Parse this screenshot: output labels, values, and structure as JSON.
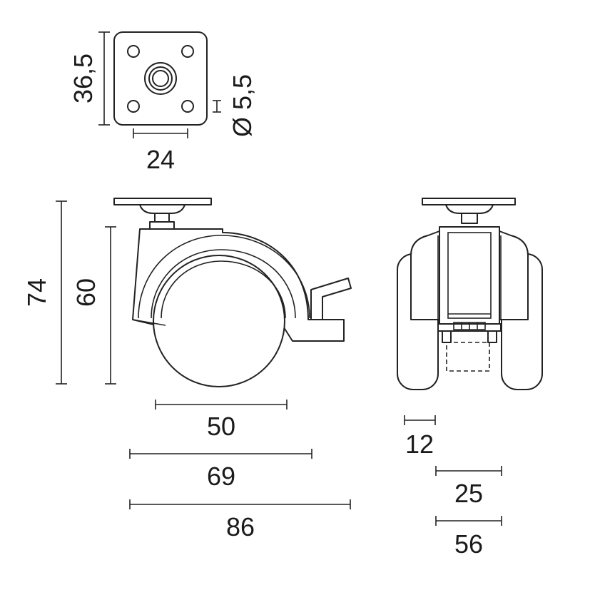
{
  "colors": {
    "line": "#222222",
    "text": "#1a1a1a",
    "background": "#ffffff"
  },
  "top_view": {
    "height_label": "36,5",
    "width_label": "24",
    "hole_label": "Ø 5,5"
  },
  "side_view": {
    "overall_height_label": "74",
    "body_height_label": "60",
    "wheel_diameter_label": "50",
    "body_length_label": "69",
    "overall_length_label": "86"
  },
  "front_view": {
    "wheel_width_label": "12",
    "inner_width_label": "25",
    "overall_width_label": "56"
  }
}
